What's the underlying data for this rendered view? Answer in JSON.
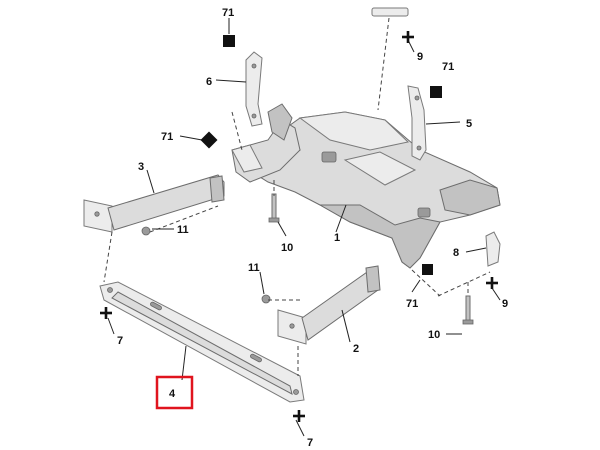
{
  "diagram": {
    "callouts": {
      "c71_top": "71",
      "c71_right": "71",
      "c71_left": "71",
      "c71_bottom": "71",
      "c6": "6",
      "c5": "5",
      "c9_top": "9",
      "c9_bottom": "9",
      "c3": "3",
      "c11_left": "11",
      "c11_mid": "11",
      "c10_left": "10",
      "c10_right": "10",
      "c1": "1",
      "c8": "8",
      "c2": "2",
      "c7_left": "7",
      "c7_bottom": "7",
      "c4": "4"
    },
    "highlight_color": "#e0141e"
  }
}
